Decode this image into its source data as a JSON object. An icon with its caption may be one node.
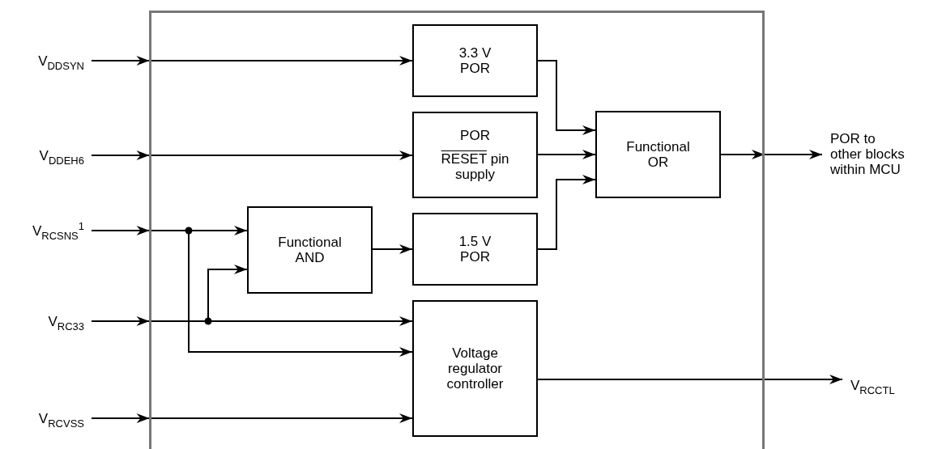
{
  "diagram": {
    "nodes": [
      {
        "text": [],
        "shape": "box"
      },
      {
        "text": [
          "V$_{DDSYN}$"
        ]
      },
      {
        "text": [
          "V$_{DDEH6}$"
        ]
      },
      {
        "text": [
          "V$_{RCSNS}$$^{1}$"
        ]
      },
      {
        "text": [
          "V$_{RC33}$"
        ]
      },
      {
        "text": [
          "V$_{RCVSS}$"
        ]
      },
      {
        "text": [
          "3.3 V POR"
        ],
        "in": 0
      },
      {
        "text": [
          "POR",
          "RESET pin supply"
        ],
        "in": 0
      },
      {
        "text": [
          "Functional AND"
        ],
        "in": 0
      },
      {
        "text": [
          "1.5 V POR"
        ],
        "in": 0
      },
      {
        "text": [
          "Voltage regulator controller"
        ],
        "in": 0
      },
      {
        "text": [
          "Functional OR"
        ],
        "in": 0
      },
      {
        "text": [
          "POR to other blocks within MCU"
        ]
      },
      {
        "text": [
          "V$_{RCCTL}$"
        ]
      }
    ],
    "edges": [
      {
        "from": 1,
        "to": 6,
        "arrow": "to"
      },
      {
        "from": 2,
        "to": 7,
        "arrow": "to"
      },
      {
        "from": 3,
        "to": 8,
        "arrow": "to"
      },
      {
        "from": 4,
        "to": 8,
        "arrow": "to"
      },
      {
        "from": 3,
        "to": 10,
        "arrow": "to"
      },
      {
        "from": 4,
        "to": 10,
        "arrow": "to"
      },
      {
        "from": 5,
        "to": 10,
        "arrow": "to"
      },
      {
        "from": 8,
        "to": 9,
        "arrow": "to"
      },
      {
        "from": 6,
        "to": 11,
        "arrow": "to"
      },
      {
        "from": 7,
        "to": 11,
        "arrow": "to"
      },
      {
        "from": 9,
        "to": 11,
        "arrow": "to"
      },
      {
        "from": 11,
        "to": 12,
        "arrow": "to"
      },
      {
        "from": 10,
        "to": 13,
        "arrow": "to"
      }
    ]
  }
}
